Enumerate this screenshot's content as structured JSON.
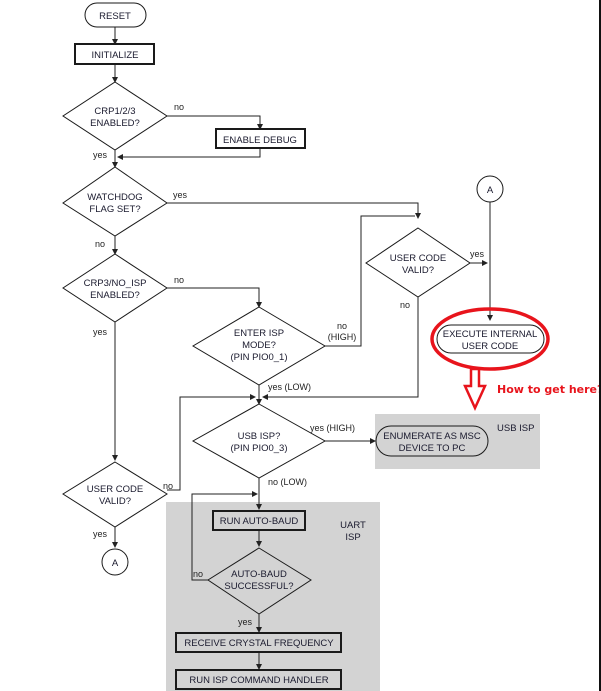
{
  "nodes": {
    "reset": "RESET",
    "initialize": "INITIALIZE",
    "crp123": [
      "CRP1/2/3",
      "ENABLED?"
    ],
    "enable_debug": "ENABLE DEBUG",
    "watchdog": [
      "WATCHDOG",
      "FLAG SET?"
    ],
    "crp3": [
      "CRP3/NO_ISP",
      "ENABLED?"
    ],
    "enter_isp": [
      "ENTER ISP",
      "MODE?",
      "(PIN PIO0_1)"
    ],
    "user_code_valid_right": [
      "USER CODE",
      "VALID?"
    ],
    "execute_user_code": [
      "EXECUTE INTERNAL",
      "USER CODE"
    ],
    "usb_isp": [
      "USB ISP?",
      "(PIN PIO0_3)"
    ],
    "enumerate_msc": [
      "ENUMERATE AS MSC",
      "DEVICE TO PC"
    ],
    "user_code_valid_left": [
      "USER CODE",
      "VALID?"
    ],
    "run_autobaud": "RUN AUTO-BAUD",
    "autobaud_ok": [
      "AUTO-BAUD",
      "SUCCESSFUL?"
    ],
    "receive_crystal": "RECEIVE CRYSTAL FREQUENCY",
    "run_isp_handler": "RUN ISP COMMAND HANDLER",
    "connector_top": "A",
    "connector_bottom": "A"
  },
  "edge_labels": {
    "crp123_no": "no",
    "crp123_yes": "yes",
    "watchdog_yes": "yes",
    "watchdog_no": "no",
    "crp3_no": "no",
    "crp3_yes": "yes",
    "enter_isp_no": [
      "no",
      "(HIGH)"
    ],
    "enter_isp_yes": "yes (LOW)",
    "ucv_right_yes": "yes",
    "ucv_right_no": "no",
    "usb_yes": "yes (HIGH)",
    "usb_no": "no (LOW)",
    "ucv_left_no": "no",
    "ucv_left_yes": "yes",
    "autobaud_no": "no",
    "autobaud_yes": "yes"
  },
  "regions": {
    "usb_isp": "USB ISP",
    "uart_isp": [
      "UART",
      "ISP"
    ]
  },
  "annotation": {
    "text": "How to get here?",
    "color": "#e8141c"
  }
}
